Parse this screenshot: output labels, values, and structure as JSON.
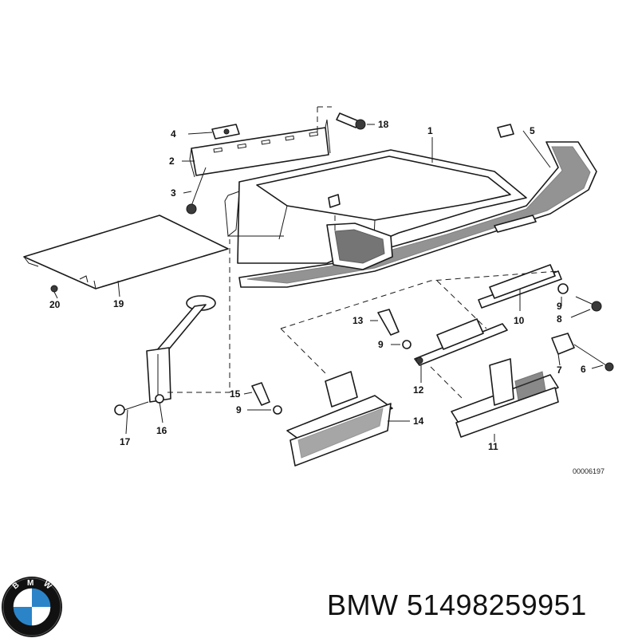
{
  "callouts": {
    "c1": "1",
    "c2": "2",
    "c3": "3",
    "c4": "4",
    "c5": "5",
    "c6": "6",
    "c7": "7",
    "c8": "8",
    "c9a": "9",
    "c9b": "9",
    "c9c": "9",
    "c10": "10",
    "c11": "11",
    "c12": "12",
    "c13": "13",
    "c14": "14",
    "c15": "15",
    "c16": "16",
    "c17": "17",
    "c18": "18",
    "c19": "19",
    "c20": "20"
  },
  "diagram_ref": "00006197",
  "footer": {
    "brand": "BMW",
    "part_number": "51498259951",
    "label": "BMW 51498259951"
  },
  "logo": {
    "letters": "BMW",
    "colors": {
      "blue": "#2b84c8",
      "white": "#ffffff",
      "ring": "#111111"
    }
  }
}
